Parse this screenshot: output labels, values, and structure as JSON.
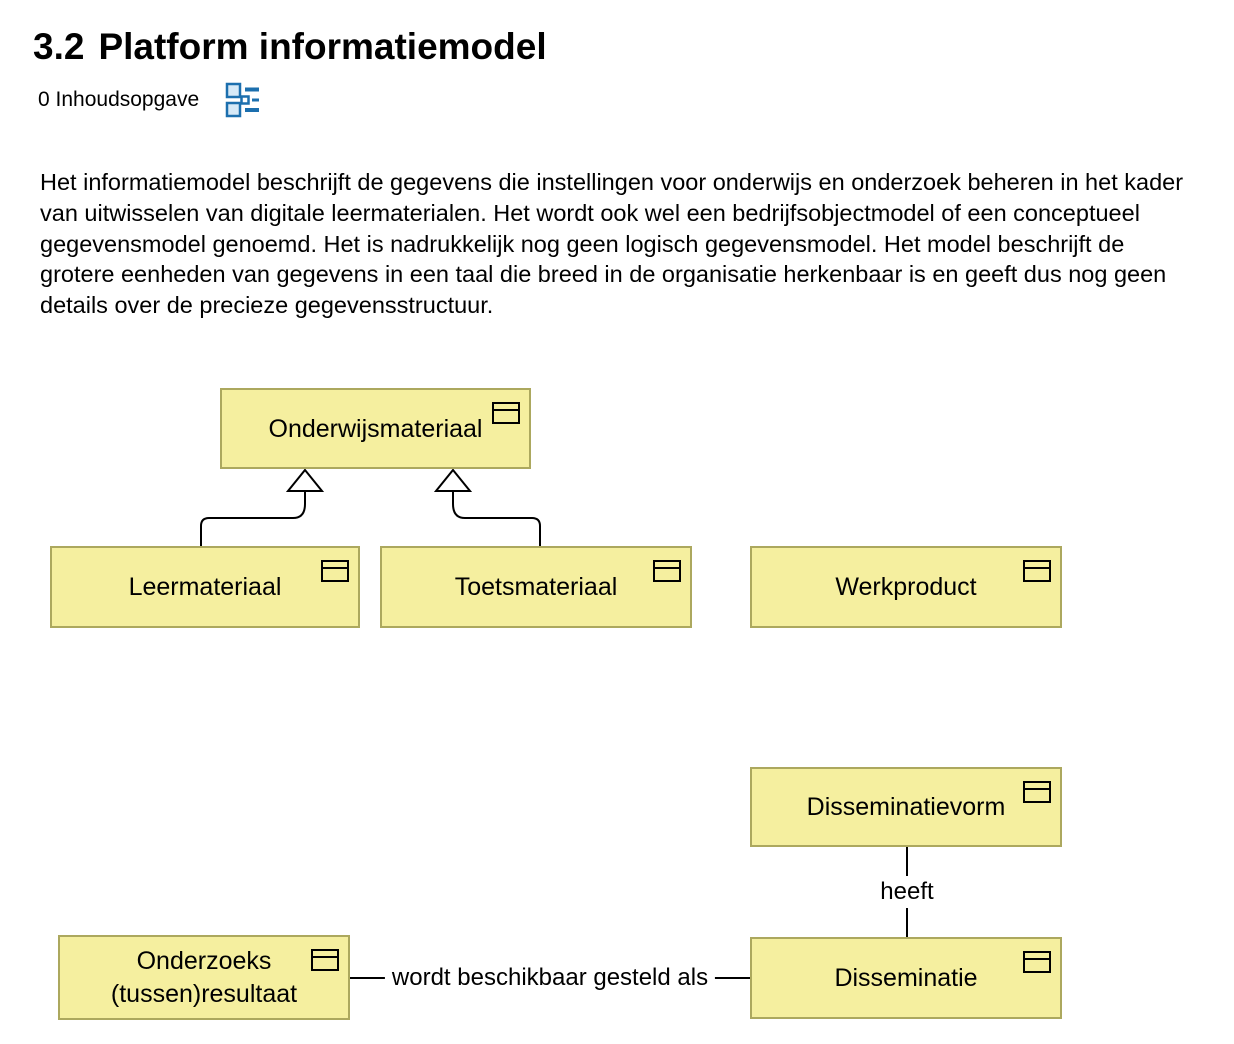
{
  "theme": {
    "background": "#FFFFFF",
    "text": "#000000",
    "node_fill": "#F5EF9F",
    "node_border": "#ACA85E",
    "connector": "#000000",
    "toc_blue": "#1C6FAE",
    "toc_blue_fill": "#D6E9F7"
  },
  "header": {
    "title_number": "3.2",
    "title": "Platform informatiemodel"
  },
  "toc": {
    "label": "0 Inhoudsopgave",
    "icon": "site-map-icon"
  },
  "intro": {
    "text": "Het informatiemodel beschrijft de gegevens die instellingen voor onderwijs en onderzoek beheren in het kader van uitwisselen van digitale leermaterialen. Het wordt ook wel een bedrijfsobjectmodel of een conceptueel gegevensmodel genoemd. Het is nadrukkelijk nog geen logisch gegevensmodel. Het model beschrijft de grotere eenheden van gegevens in een taal die breed in de organisatie herkenbaar is en geeft dus nog geen details over de precieze gegevensstructuur."
  },
  "diagram": {
    "nodes": {
      "onderwijsmateriaal": {
        "label": "Onderwijsmateriaal"
      },
      "leermateriaal": {
        "label": "Leermateriaal"
      },
      "toetsmateriaal": {
        "label": "Toetsmateriaal"
      },
      "werkproduct": {
        "label": "Werkproduct"
      },
      "disseminatievorm": {
        "label": "Disseminatievorm"
      },
      "onderzoeksresultaat": {
        "label_line1": "Onderzoeks",
        "label_line2": "(tussen)resultaat"
      },
      "disseminatie": {
        "label": "Disseminatie"
      }
    },
    "relations": {
      "gen_left": {
        "type": "generalization",
        "from": "Leermateriaal",
        "to": "Onderwijsmateriaal"
      },
      "gen_right": {
        "type": "generalization",
        "from": "Toetsmateriaal",
        "to": "Onderwijsmateriaal"
      },
      "heeft": {
        "type": "association",
        "from": "Disseminatievorm",
        "to": "Disseminatie",
        "label": "heeft"
      },
      "wordt": {
        "type": "association",
        "from": "Onderzoeks (tussen)resultaat",
        "to": "Disseminatie",
        "label": "wordt beschikbaar gesteld als"
      }
    }
  }
}
